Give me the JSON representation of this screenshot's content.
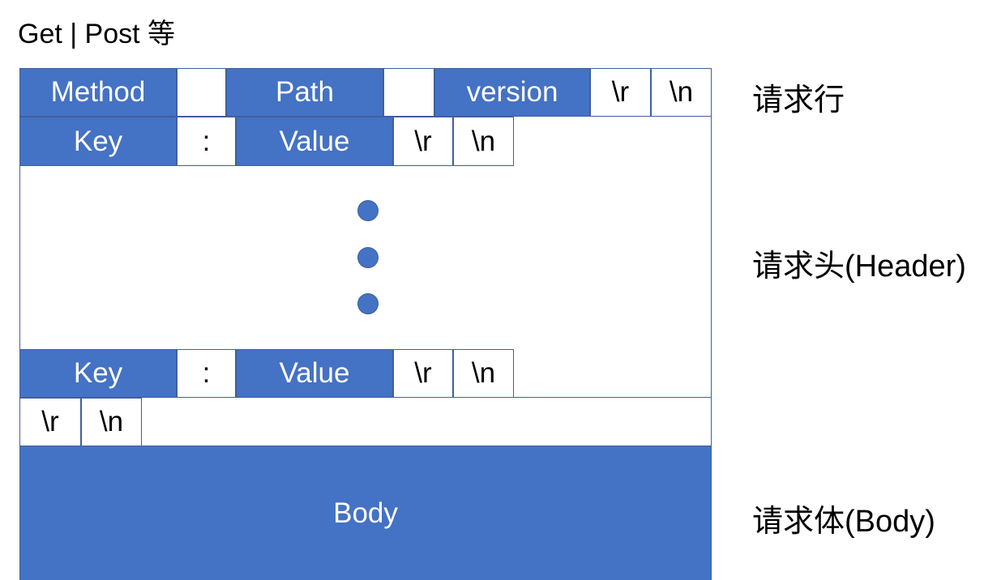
{
  "caption": "Get | Post 等",
  "request_line": {
    "method": "Method",
    "path": "Path",
    "version": "version",
    "cr": "\\r",
    "lf": "\\n"
  },
  "header_line_1": {
    "key": "Key",
    "colon": ":",
    "value": "Value",
    "cr": "\\r",
    "lf": "\\n"
  },
  "header_line_2": {
    "key": "Key",
    "colon": ":",
    "value": "Value",
    "cr": "\\r",
    "lf": "\\n"
  },
  "blank_line": {
    "cr": "\\r",
    "lf": "\\n"
  },
  "body": "Body",
  "labels": {
    "request_line": "请求行",
    "header": "请求头(Header)",
    "body": "请求体(Body)"
  },
  "colors": {
    "accent": "#4472c4",
    "border": "#3f5f9f"
  }
}
